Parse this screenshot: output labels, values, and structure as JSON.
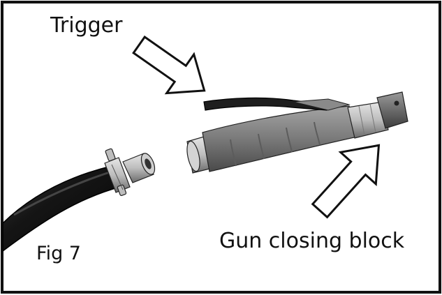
{
  "figure": {
    "labels": {
      "trigger": "Trigger",
      "gun_closing_block": "Gun closing block",
      "figure_number": "Fig 7"
    },
    "parts": {
      "hose": "hose-with-clamp",
      "gun": "sandblast-gun",
      "trigger": "trigger-lever",
      "closing_block": "gun-closing-block"
    },
    "colors": {
      "frame": "#111111",
      "hose": "#1a1a1a",
      "grip": "#7a7a7a",
      "metal": "#c8c8c8",
      "arrow_fill": "#ffffff"
    }
  }
}
